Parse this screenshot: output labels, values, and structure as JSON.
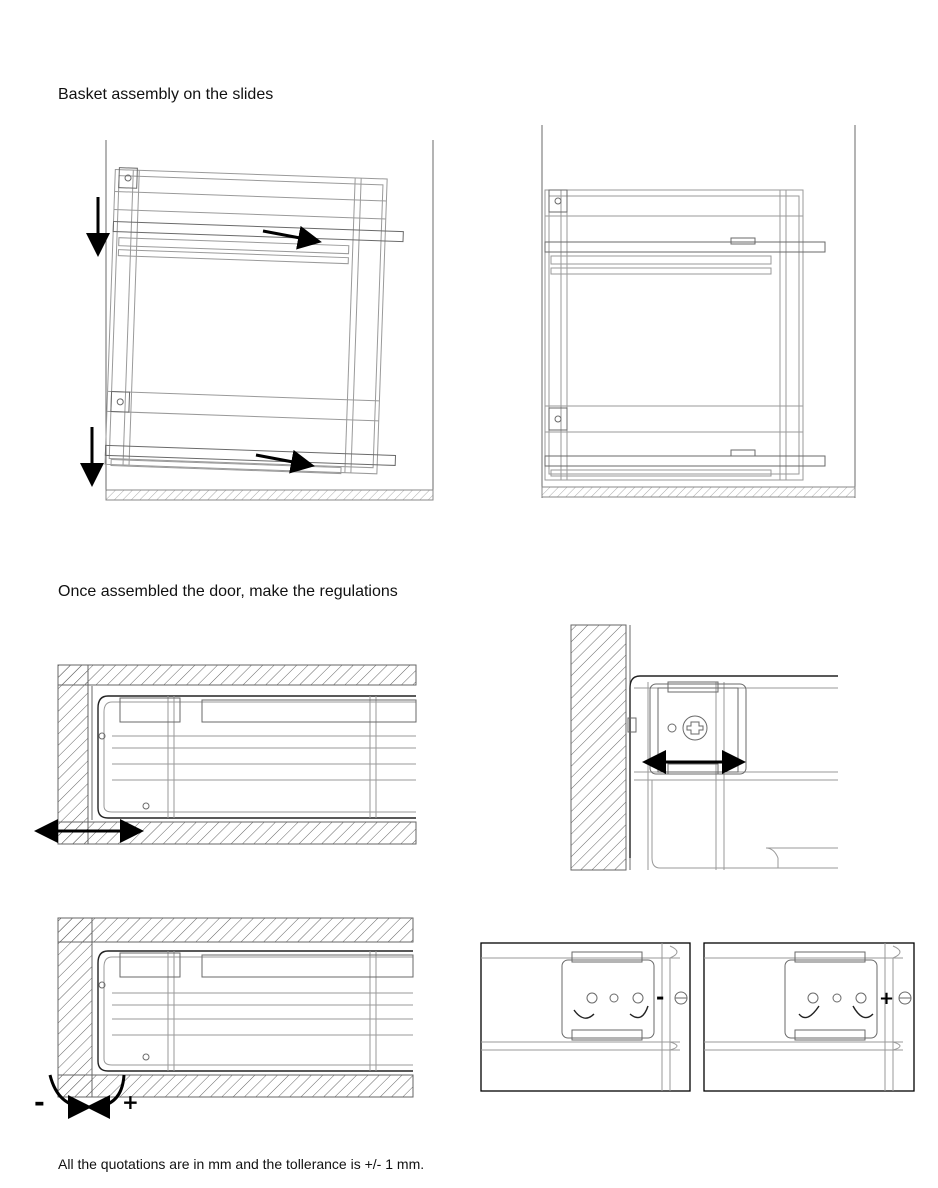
{
  "section1": {
    "heading": "Basket assembly on the slides"
  },
  "section2": {
    "heading": "Once assembled the door, make the regulations"
  },
  "footer": {
    "note": "All the quotations are in mm and the tollerance is +/- 1 mm."
  },
  "signs": {
    "minus": "-",
    "plus": "+"
  }
}
